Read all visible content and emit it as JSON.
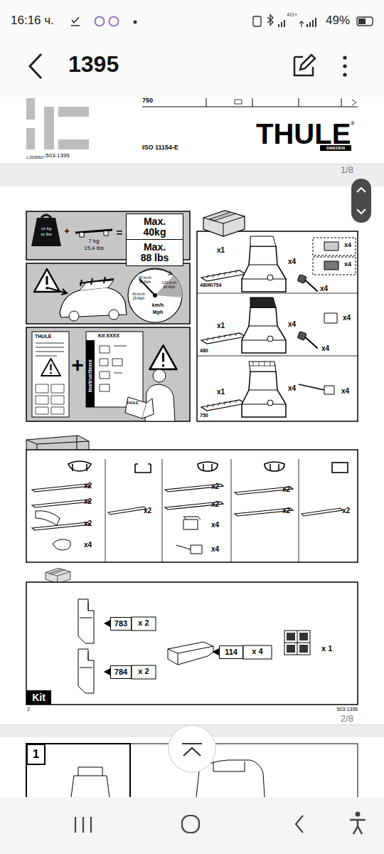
{
  "diagram": {
    "title": "1395",
    "nodes": [
      {
        "text": [
          "Max. 40kg",
          "Max. 88 lbs"
        ]
      },
      {
        "text": [
          "783"
        ]
      },
      {
        "text": [
          "784"
        ]
      },
      {
        "text": [
          "114"
        ]
      },
      {
        "text": [
          "Kit"
        ]
      },
      {
        "text": [
          "1"
        ]
      }
    ],
    "labels": [
      "16:16 ч.",
      "4G+",
      "49%",
      "750",
      "c.20090617",
      "503-1395",
      "ISO 11154-E",
      "THULE",
      "SWEDEN",
      "®",
      "1/8",
      "xx kg",
      "xx lbs",
      "+",
      "7 kg",
      "15,4 lbs",
      "=",
      "80 km/h",
      "50 Mph",
      "130 km/h",
      "80 Mph",
      "40 km/h",
      "25 Mph",
      "km/h",
      "Mph",
      "THULE",
      "+",
      "Kit XXXX",
      "instructions",
      "THULE",
      "x1",
      "x4",
      "x4",
      "x4",
      "x4",
      "480R/754",
      "x1",
      "x4",
      "x4",
      "x4",
      "480",
      "x1",
      "x4",
      "x4",
      "750",
      "x2",
      "x2",
      "x2",
      "x4",
      "x2",
      "x2",
      "x2",
      "x4",
      "x4",
      "x2",
      "x2",
      "x2",
      "x 2",
      "x 2",
      "x 4",
      "x 1",
      "2",
      "503-1395",
      "2/8"
    ]
  }
}
